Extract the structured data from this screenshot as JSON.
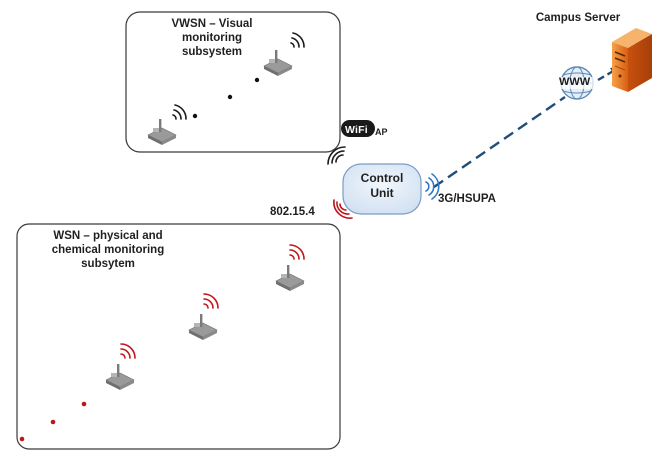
{
  "vwsn": {
    "label": "VWSN – Visual\nmonitoring subsystem"
  },
  "wsn": {
    "label": "WSN – physical and\nchemical monitoring\nsubsytem"
  },
  "control_unit": {
    "label": "Control\nUnit"
  },
  "server": {
    "label": "Campus Server"
  },
  "links": {
    "zigbee": "802.15.4",
    "cellular": "3G/HSUPA",
    "wifi_text": "WiFi",
    "ap": "AP",
    "www": "WWW"
  },
  "colors": {
    "outline": "#3a3a3a",
    "control_unit_fill": "#dde8f5",
    "control_unit_stroke": "#7a9cc6",
    "wireless_black": "#1a1a1a",
    "wireless_red": "#c0161b",
    "wireless_blue": "#2e78c2",
    "link": "#1f4e79",
    "server_orange": "#e8741c",
    "node_gray": "#8c8c8c"
  },
  "icons": [
    "sensor-node-icon",
    "wireless-signal-icon",
    "wifi-ap-icon",
    "globe-www-icon",
    "server-tower-icon"
  ]
}
